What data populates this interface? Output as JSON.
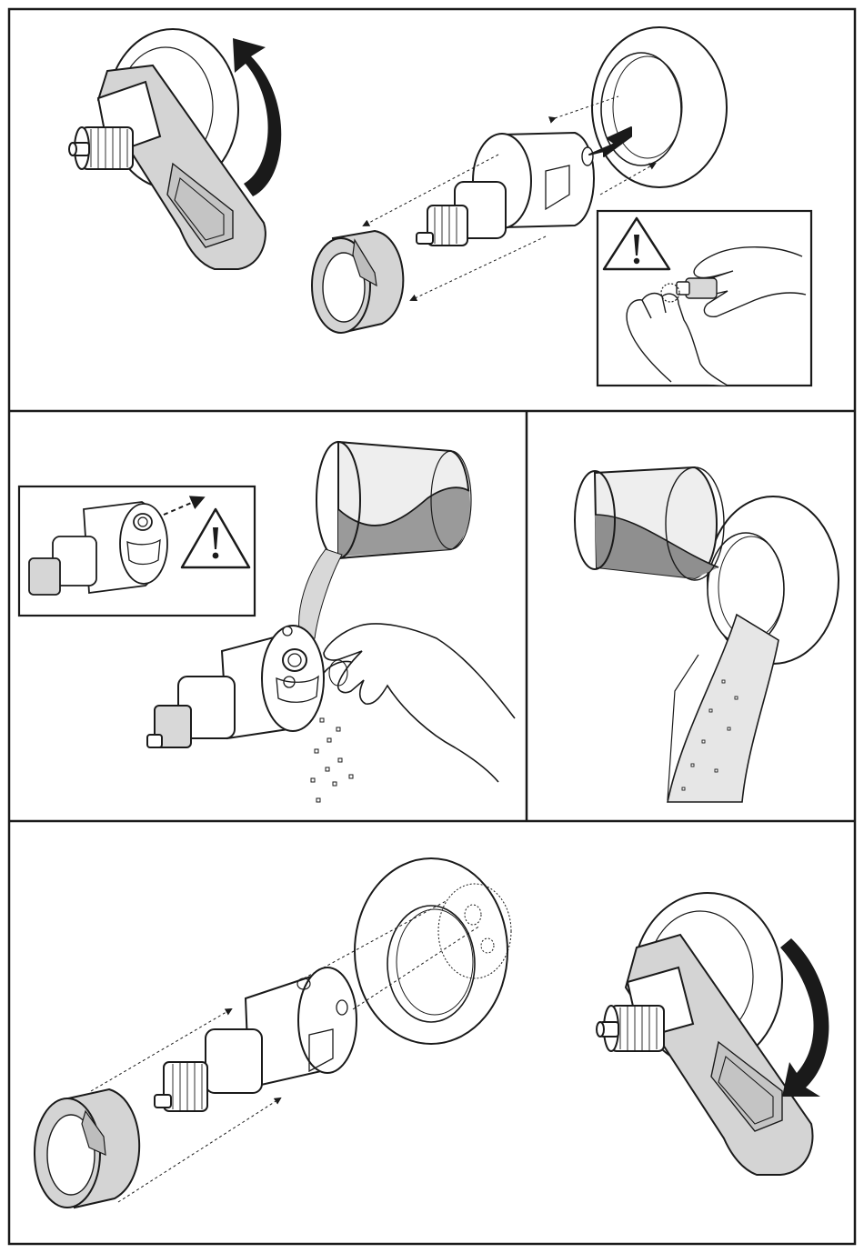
{
  "panels": [
    {
      "id": "panel-1",
      "step": "remove-lever-and-cartridge"
    },
    {
      "id": "panel-2",
      "step": "clean-cartridge-filter"
    },
    {
      "id": "panel-3",
      "step": "flush-housing"
    },
    {
      "id": "panel-4",
      "step": "reassemble"
    }
  ],
  "icons": [
    "warning-icon",
    "rotate-arrow-icon",
    "direction-arrow-icon"
  ],
  "colors": {
    "line": "#1a1a1a",
    "part_fill": "#d2d2d2",
    "water_fill": "#9a9a9a",
    "background": "#ffffff"
  }
}
